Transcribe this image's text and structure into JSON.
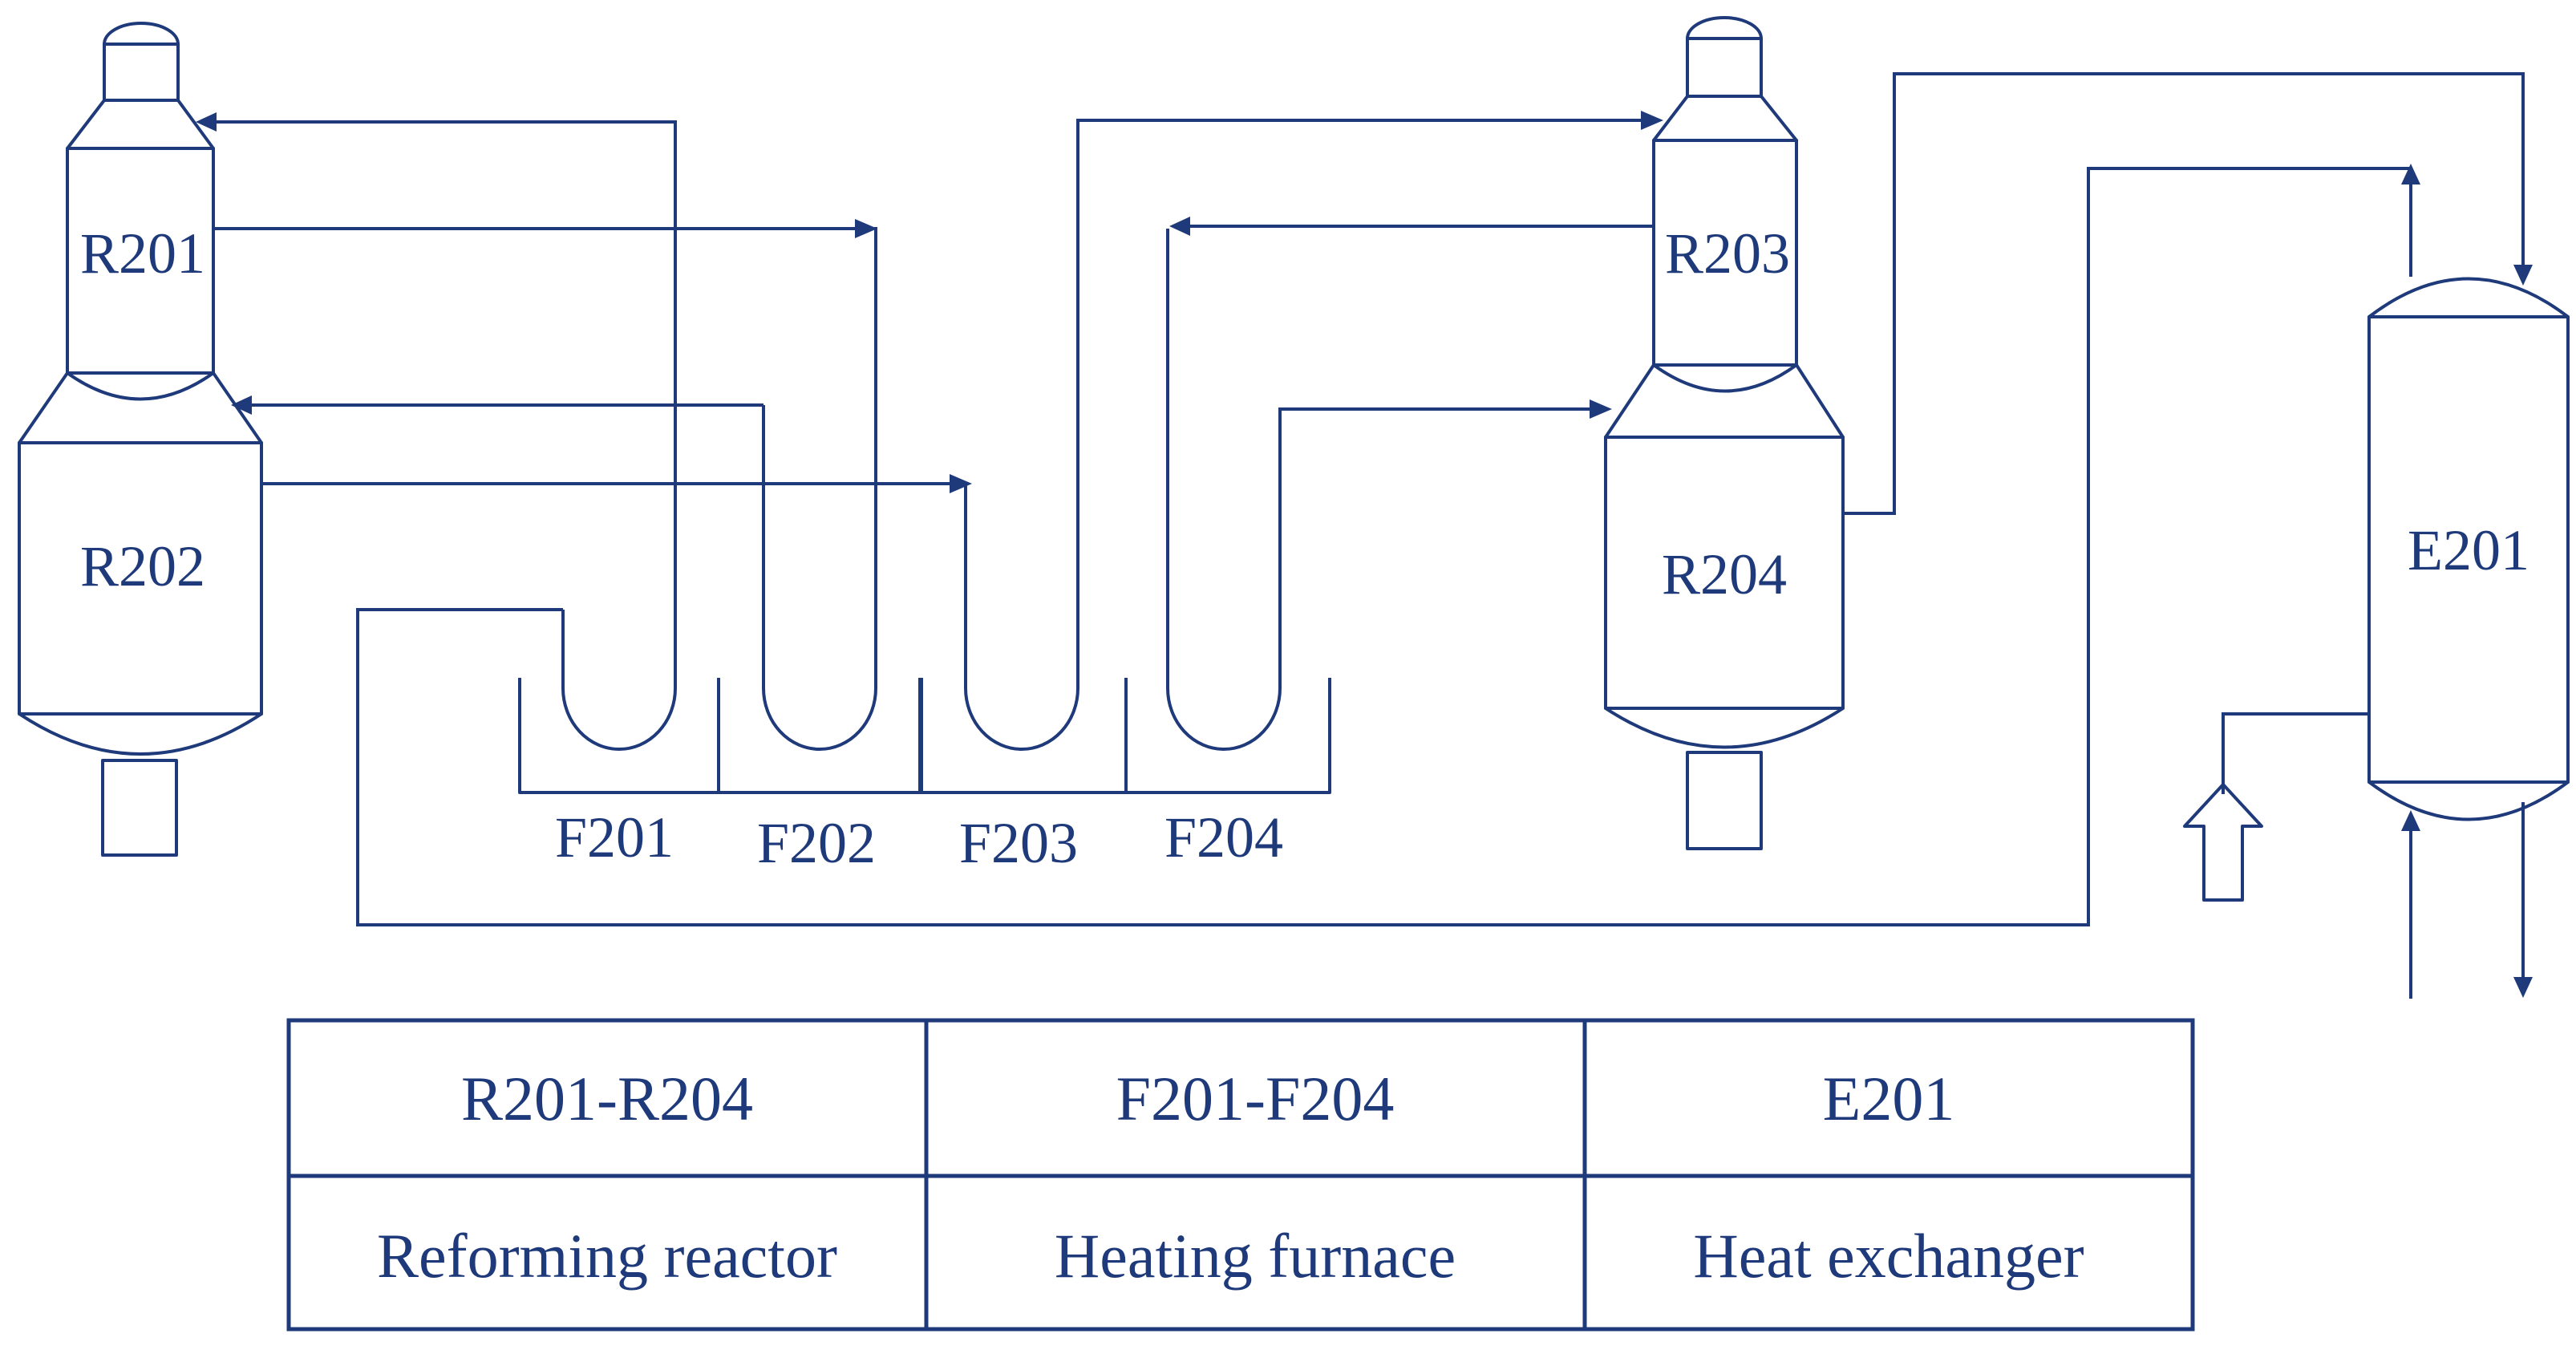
{
  "colors": {
    "line": "#1F3A7A",
    "background": "#FFFFFF"
  },
  "equipment": {
    "r201": "R201",
    "r202": "R202",
    "r203": "R203",
    "r204": "R204",
    "f201": "F201",
    "f202": "F202",
    "f203": "F203",
    "f204": "F204",
    "e201": "E201"
  },
  "legend": {
    "headers": [
      "R201-R204",
      "F201-F204",
      "E201"
    ],
    "descriptions": [
      "Reforming reactor",
      "Heating furnace",
      "Heat exchanger"
    ]
  }
}
